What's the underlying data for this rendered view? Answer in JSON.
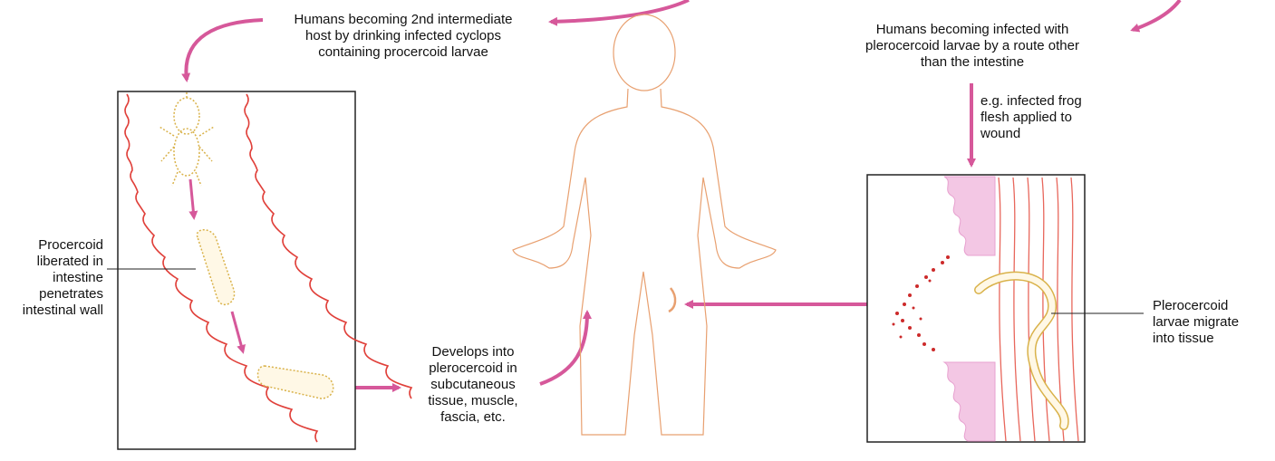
{
  "labels": {
    "top_left": "Humans becoming 2nd intermediate\nhost by drinking infected cyclops\ncontaining procercoid larvae",
    "top_right": "Humans becoming infected with\nplerocercoid larvae by a route other\nthan the intestine",
    "route_example": "e.g. infected frog\nflesh applied to\nwound",
    "procercoid": "Procercoid\nliberated in\nintestine\npenetrates\nintestinal wall",
    "develops": "Develops into\nplerocercoid in\nsubcutaneous\ntissue, muscle,\nfascia, etc.",
    "plerocercoid": "Plerocercoid\nlarvae migrate\ninto tissue"
  },
  "colors": {
    "arrow": "#d6589a",
    "vessel": "#e0403a",
    "larva": "#d9b24a",
    "body_outline": "#e8a070",
    "skin": "#e7a0cf",
    "muscle": "#e8675c",
    "blood": "#cc2a2a"
  }
}
